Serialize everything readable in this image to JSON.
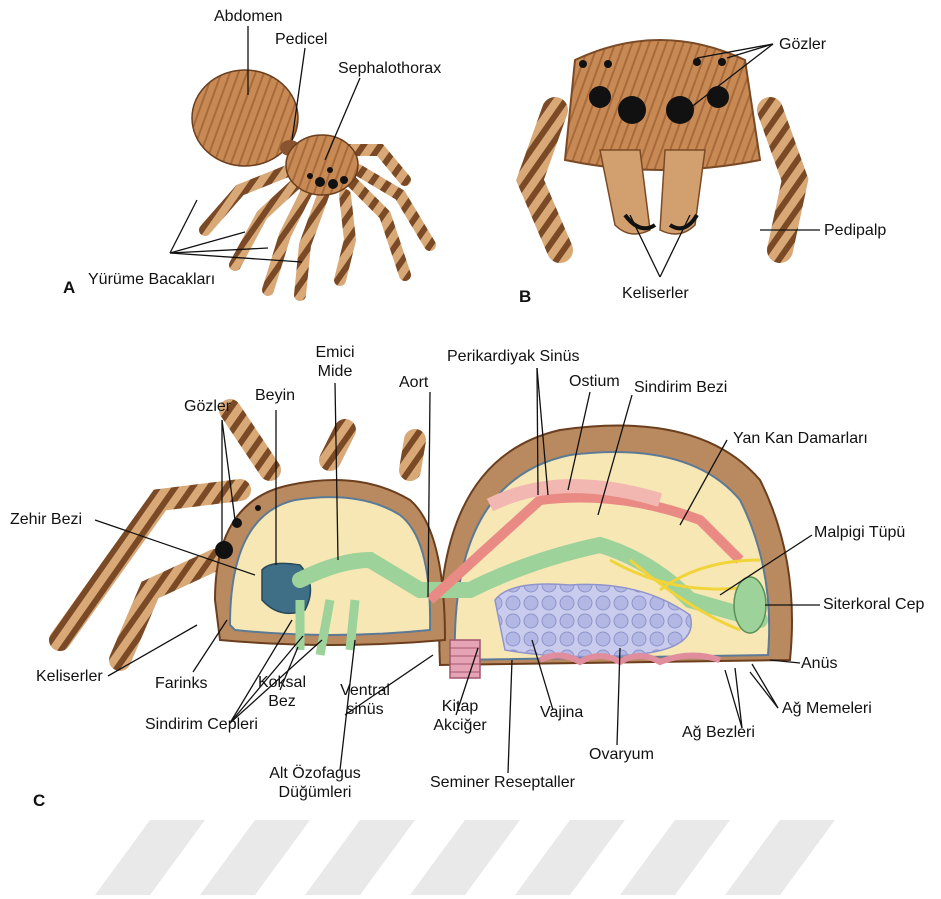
{
  "panels": {
    "a": "A",
    "b": "B",
    "c": "C"
  },
  "panel_a": {
    "abdomen": "Abdomen",
    "pedicel": "Pedicel",
    "cephalothorax": "Sephalothorax",
    "walking_legs": "Yürüme Bacakları"
  },
  "panel_b": {
    "eyes": "Gözler",
    "pedipalp": "Pedipalp",
    "chelicerae": "Keliserler"
  },
  "panel_c": {
    "sucking_stomach_1": "Emici",
    "sucking_stomach_2": "Mide",
    "pericardial_sinus": "Perikardiyak Sinüs",
    "ostium": "Ostium",
    "digestive_gland": "Sindirim Bezi",
    "brain": "Beyin",
    "aorta": "Aort",
    "eyes": "Gözler",
    "lateral_vessels": "Yan Kan Damarları",
    "venom_gland": "Zehir Bezi",
    "malpighian_tubule": "Malpigi Tüpü",
    "stercoral_pocket": "Siterkoral Cep",
    "chelicerae": "Keliserler",
    "anus": "Anüs",
    "pharynx": "Farinks",
    "coxal_gland_1": "Koksal",
    "coxal_gland_2": "Bez",
    "ventral_sinus_1": "Ventral",
    "ventral_sinus_2": "sinüs",
    "book_lung_1": "Kitap",
    "book_lung_2": "Akciğer",
    "vagina": "Vajina",
    "spinnerets": "Ağ Memeleri",
    "digestive_caeca": "Sindirim Cepleri",
    "silk_glands": "Ağ Bezleri",
    "ovary": "Ovaryum",
    "subesophageal_ganglia_1": "Alt Özofagus",
    "subesophageal_ganglia_2": "Düğümleri",
    "seminal_receptacles": "Seminer Reseptaller"
  }
}
